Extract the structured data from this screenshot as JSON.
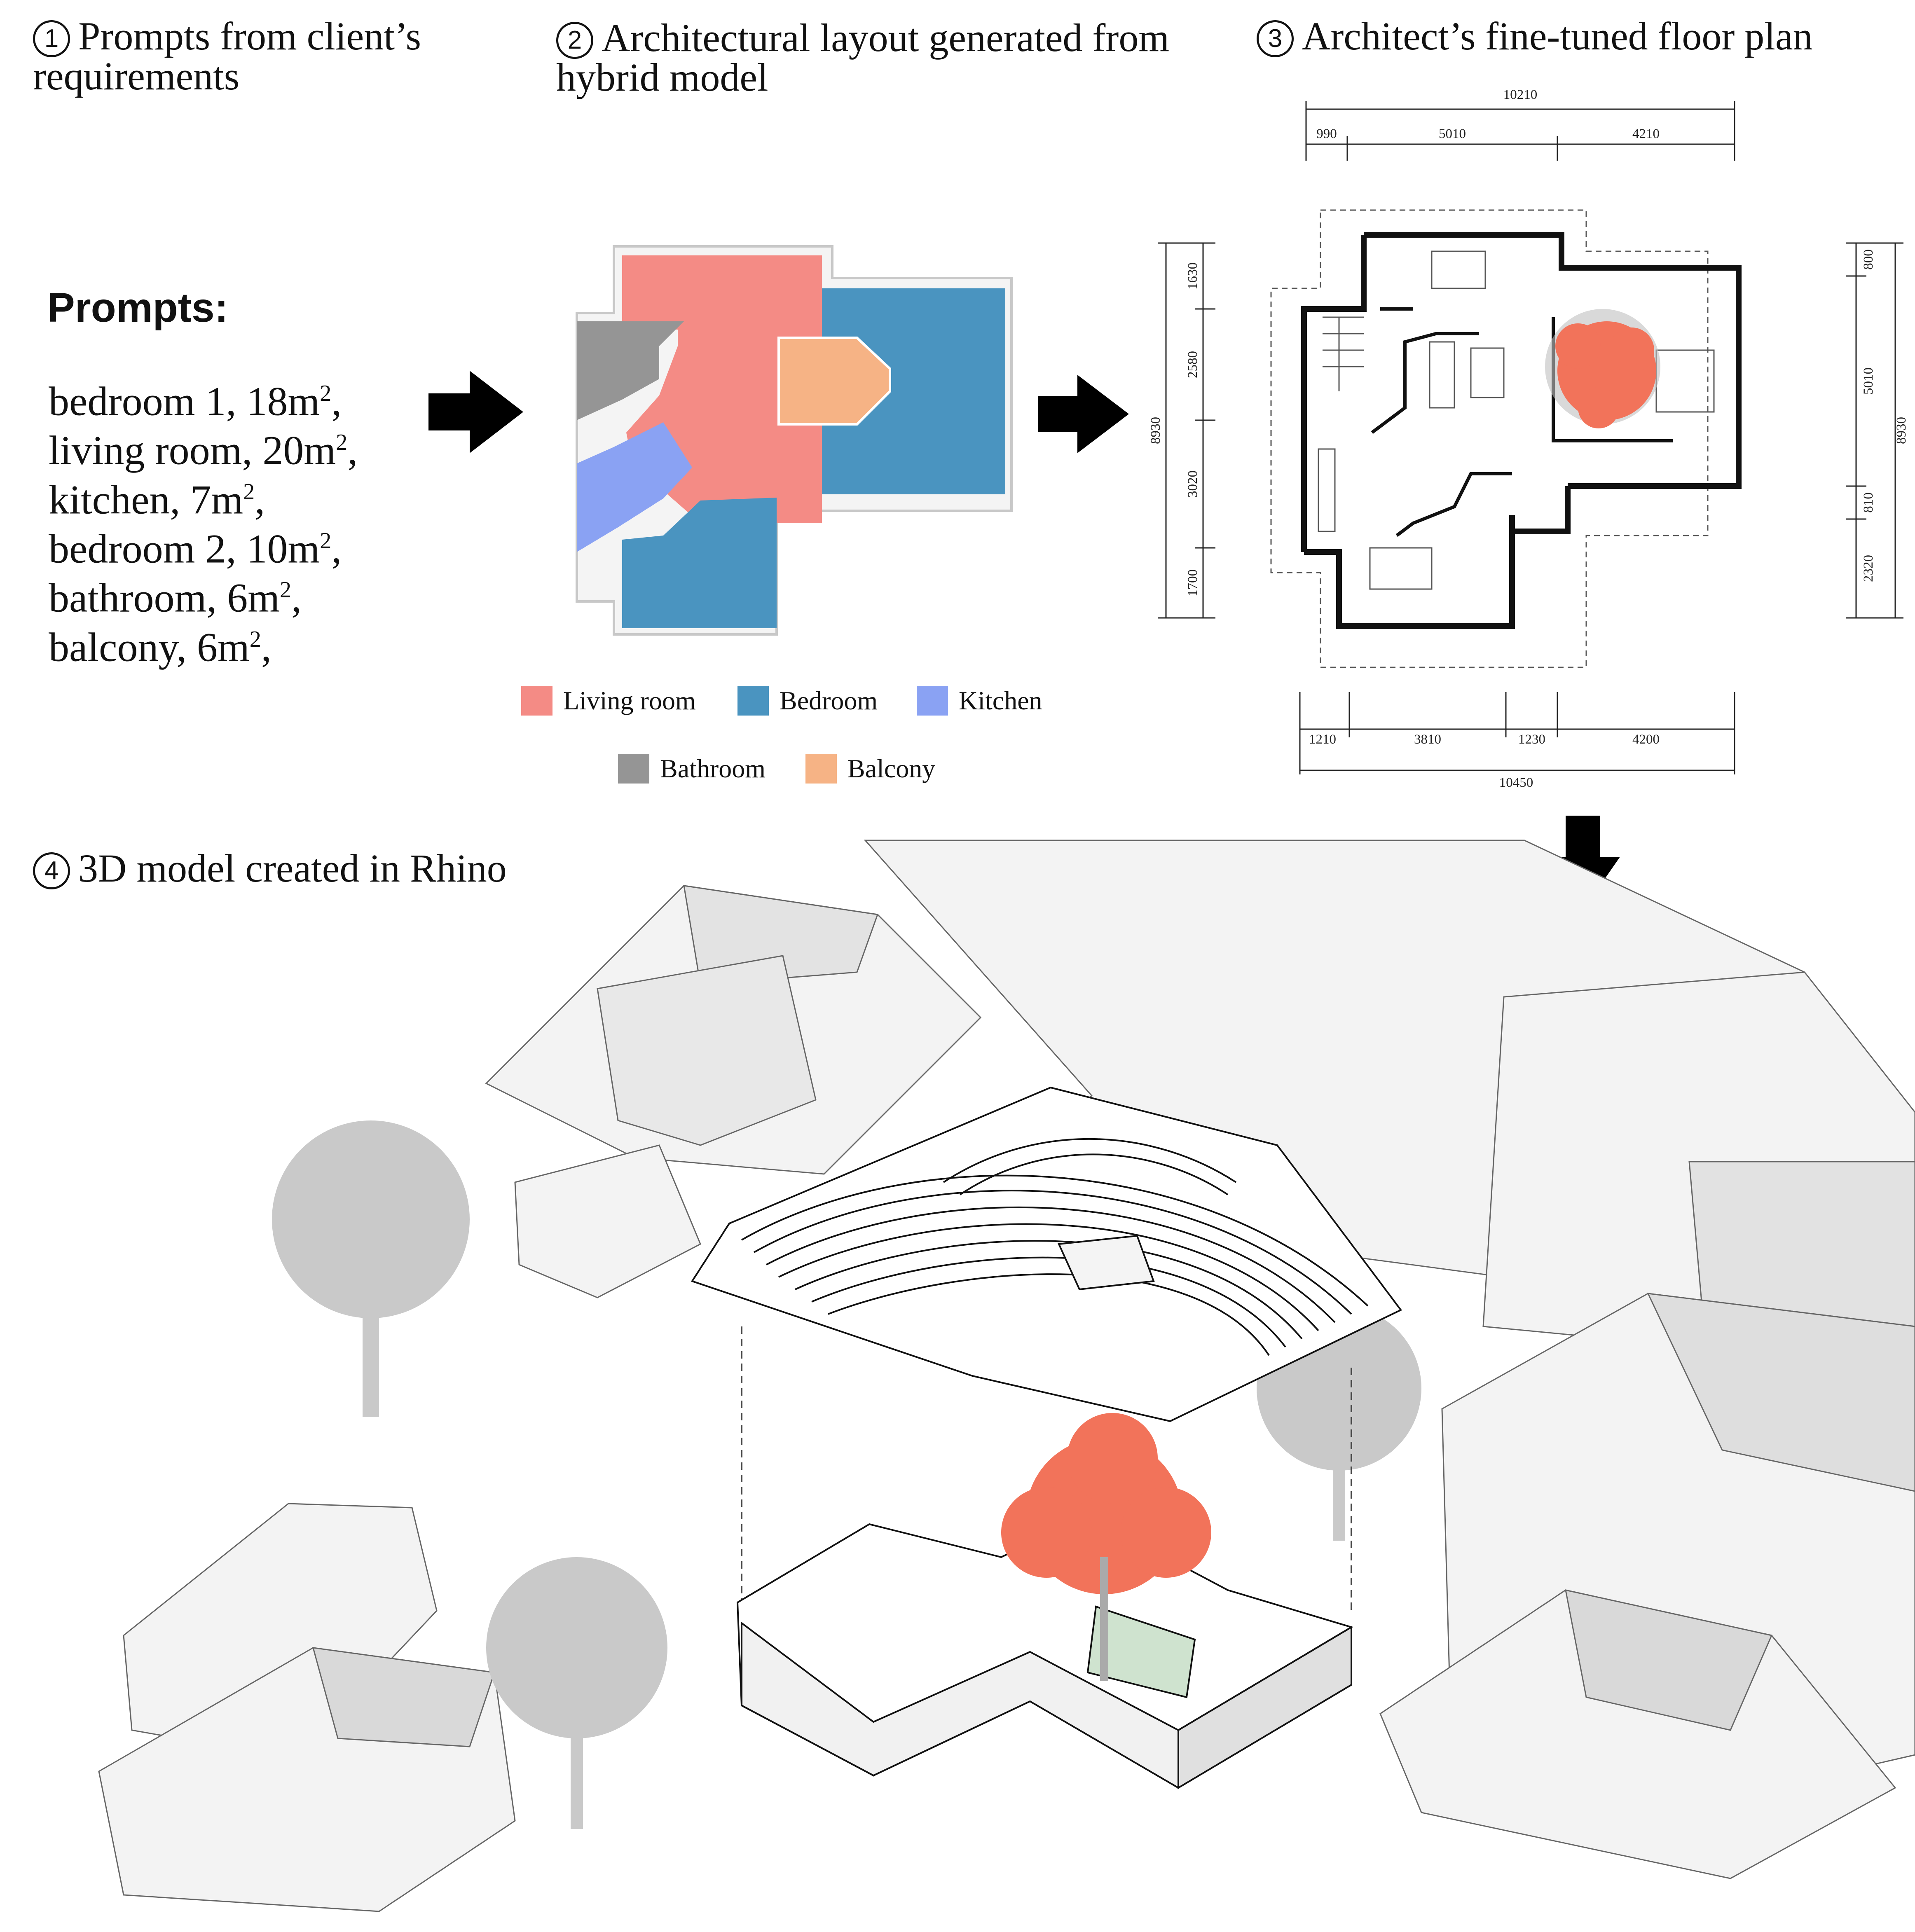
{
  "steps": {
    "s1": {
      "num": "1",
      "line1": "Prompts from client’s",
      "line2": "requirements"
    },
    "s2": {
      "num": "2",
      "line1": "Architectural layout generated from",
      "line2": "hybrid model"
    },
    "s3": {
      "num": "3",
      "line1": "Architect’s fine-tuned floor plan"
    },
    "s4": {
      "num": "4",
      "line1": "3D model created in Rhino"
    }
  },
  "prompts": {
    "heading": "Prompts:",
    "items": [
      {
        "text": "bedroom 1, 18m",
        "sup": "2",
        "tail": ","
      },
      {
        "text": "living room, 20m",
        "sup": "2",
        "tail": ","
      },
      {
        "text": "kitchen, 7m",
        "sup": "2",
        "tail": ","
      },
      {
        "text": "bedroom 2, 10m",
        "sup": "2",
        "tail": ","
      },
      {
        "text": "bathroom, 6m",
        "sup": "2",
        "tail": ","
      },
      {
        "text": "balcony, 6m",
        "sup": "2",
        "tail": ","
      }
    ]
  },
  "legend": [
    {
      "label": "Living room",
      "color": "#f48b85"
    },
    {
      "label": "Bedroom",
      "color": "#4a94c0"
    },
    {
      "label": "Kitchen",
      "color": "#8aa2f3"
    },
    {
      "label": "Bathroom",
      "color": "#959595"
    },
    {
      "label": "Balcony",
      "color": "#f6b385"
    }
  ],
  "plan_dims": {
    "top_total": "10210",
    "top": [
      "990",
      "5010",
      "4210"
    ],
    "bottom": [
      "1210",
      "3810",
      "1230",
      "4200"
    ],
    "bottom_total": "10450",
    "left": [
      "1630",
      "2580",
      "3020",
      "1700"
    ],
    "left_total": "8930",
    "right": [
      "800",
      "5010",
      "810",
      "2320"
    ],
    "right_total": "8930"
  },
  "colors": {
    "tree": "#f2735a",
    "rock_face": "#f3f3f3",
    "rock_side": "#d9d9d9",
    "arrow": "#000000"
  }
}
